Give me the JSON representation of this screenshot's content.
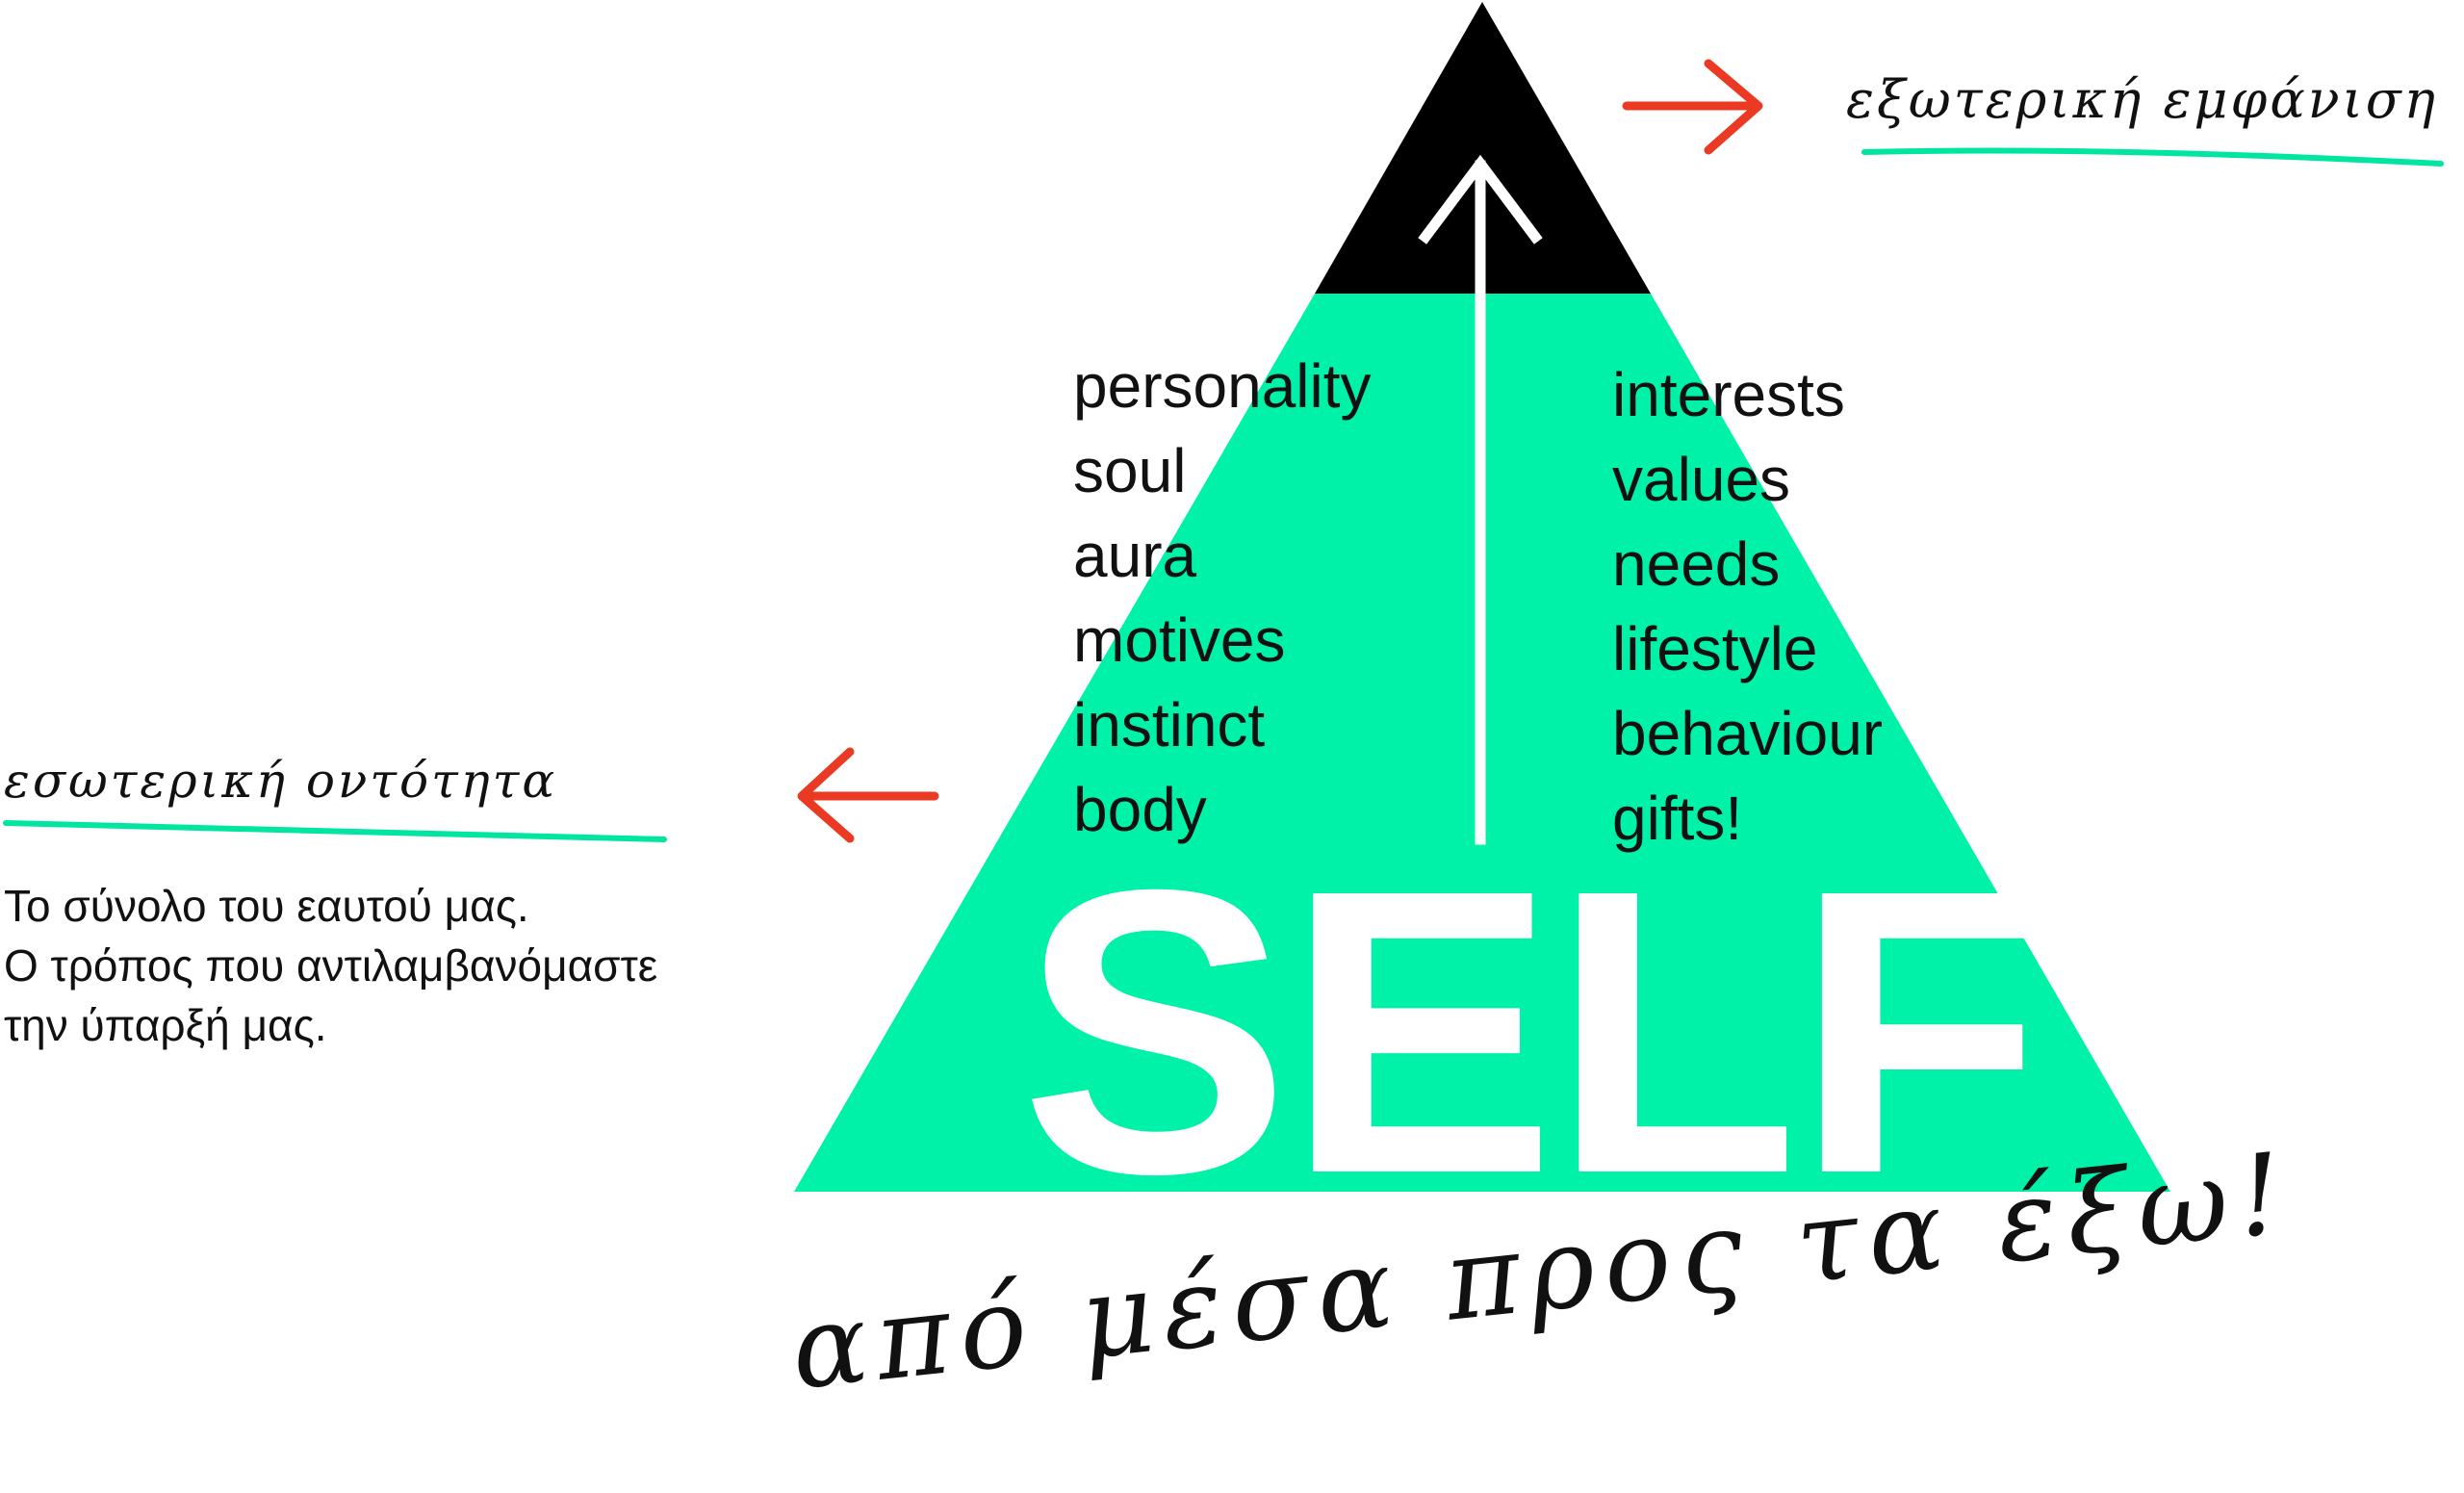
{
  "colors": {
    "pyramid_fill": "#00f2a8",
    "apex_fill": "#000000",
    "arrow_red": "#ea3a23",
    "underline_green": "#00e6a0",
    "center_arrow": "#ffffff"
  },
  "pyramid": {
    "left_column": [
      "personality",
      "soul",
      "aura",
      "motives",
      "instinct",
      "body"
    ],
    "right_column": [
      "interests",
      "values",
      "needs",
      "lifestyle",
      "behaviour",
      "gifts!"
    ],
    "center_word": "SELF"
  },
  "annotations": {
    "top_right_label": "εξωτερική εμφάνιση",
    "left_label": "εσωτερική οντότητα",
    "description_lines": [
      "Το σύνολο του εαυτού μας.",
      "Ο τρόπος που αντιλαμβανόμαστε",
      "την ύπαρξή μας."
    ],
    "bottom_caption": "από μέσα προς τα έξω!"
  },
  "icons": {
    "top_arrow": "arrow-right-icon",
    "left_arrow": "arrow-left-icon",
    "center_arrow": "arrow-up-icon"
  }
}
